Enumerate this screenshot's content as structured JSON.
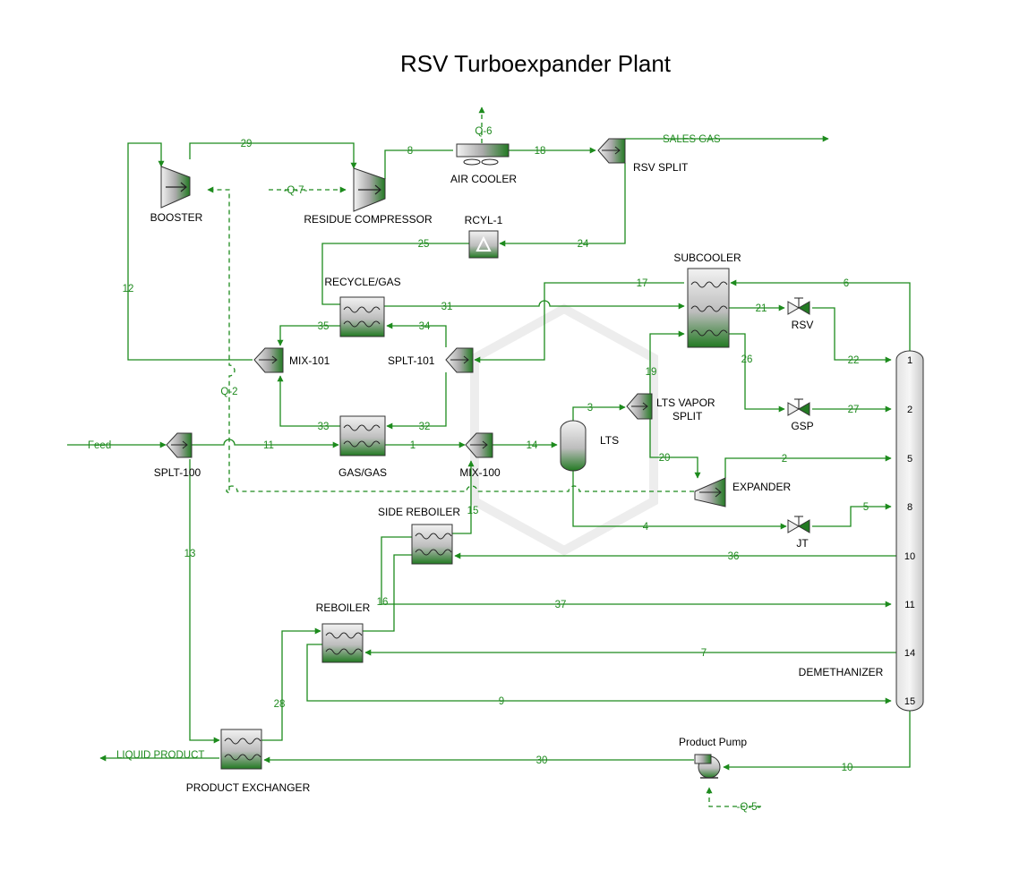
{
  "title": "RSV Turboexpander Plant",
  "colors": {
    "stream": "#1d8b1d",
    "equipment_dark": "#237a23",
    "equipment_light": "#e8e8e8"
  },
  "units": {
    "booster": "BOOSTER",
    "residue_compressor": "RESIDUE COMPRESSOR",
    "air_cooler": "AIR COOLER",
    "rsv_split": "RSV SPLIT",
    "rcyl": "RCYL-1",
    "recycle_gas": "RECYCLE/GAS",
    "subcooler": "SUBCOOLER",
    "rsv_valve": "RSV",
    "gsp_valve": "GSP",
    "jt_valve": "JT",
    "mix101": "MIX-101",
    "splt101": "SPLT-101",
    "lts": "LTS",
    "lts_vapor_split_1": "LTS VAPOR",
    "lts_vapor_split_2": "SPLIT",
    "splt100": "SPLT-100",
    "gas_gas": "GAS/GAS",
    "mix100": "MIX-100",
    "expander": "EXPANDER",
    "side_reboiler": "SIDE REBOILER",
    "reboiler": "REBOILER",
    "demethanizer": "DEMETHANIZER",
    "product_pump": "Product Pump",
    "product_exchanger": "PRODUCT EXCHANGER"
  },
  "streams": {
    "s29": "29",
    "s8": "8",
    "s18": "18",
    "q6": "Q-6",
    "q7": "-Q-7-",
    "sales_gas": "SALES GAS",
    "s25": "25",
    "s24": "24",
    "s12": "12",
    "s17": "17",
    "s6": "6",
    "s31": "31",
    "s21": "21",
    "s35": "35",
    "s34": "34",
    "s26": "26",
    "s22": "22",
    "q2": "Q-2",
    "s19": "19",
    "s3": "3",
    "s27": "27",
    "s33": "33",
    "s32": "32",
    "feed": "Feed",
    "s11": "11",
    "s1": "1",
    "s14": "14",
    "s20": "20",
    "s2": "2",
    "s15": "15",
    "s4": "4",
    "s5": "5",
    "s13": "13",
    "s36": "36",
    "s16": "16",
    "s37": "37",
    "s7": "7",
    "s28": "28",
    "s9": "9",
    "liquid_product": "LIQUID PRODUCT",
    "s30": "30",
    "s10": "10",
    "q5": "-Q-5-"
  },
  "trays": [
    "1",
    "2",
    "5",
    "8",
    "10",
    "11",
    "14",
    "15"
  ]
}
